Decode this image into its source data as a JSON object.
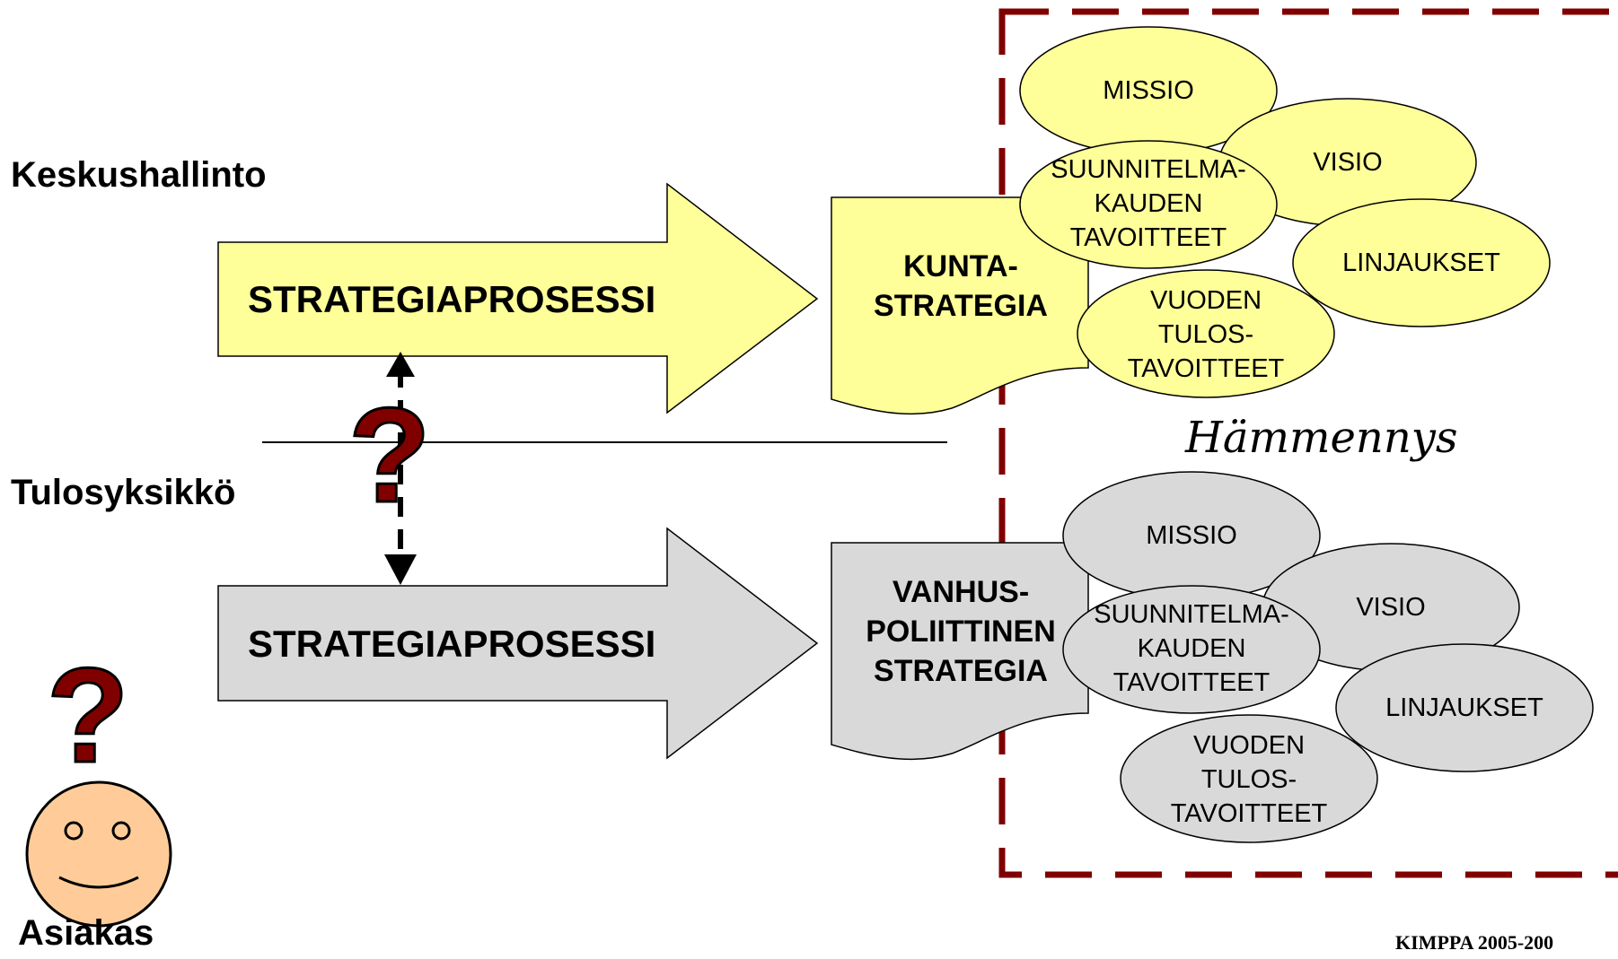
{
  "levels": {
    "top": "Keskushallinto",
    "bottom": "Tulosyksikkö"
  },
  "process_top": "STRATEGIAPROSESSI",
  "process_bottom": "STRATEGIAPROSESSI",
  "doc_top": [
    "KUNTA-",
    "STRATEGIA"
  ],
  "doc_bottom": [
    "VANHUS-",
    "POLIITTINEN",
    "STRATEGIA"
  ],
  "ellipses_top": {
    "missio": "MISSIO",
    "visio": "VISIO",
    "suunnitelma": [
      "SUUNNITELMA-",
      "KAUDEN",
      "TAVOITTEET"
    ],
    "linjaukset": "LINJAUKSET",
    "vuoden": [
      "VUODEN",
      "TULOS-",
      "TAVOITTEET"
    ]
  },
  "ellipses_bottom": {
    "missio": "MISSIO",
    "visio": "VISIO",
    "suunnitelma": [
      "SUUNNITELMA-",
      "KAUDEN",
      "TAVOITTEET"
    ],
    "linjaukset": "LINJAUKSET",
    "vuoden": [
      "VUODEN",
      "TULOS-",
      "TAVOITTEET"
    ]
  },
  "confusion_label": "Hämmennys",
  "customer_label": "Asiakas",
  "footer": "KIMPPA 2005-200",
  "question_mark": "?",
  "colors": {
    "yellow_fill": "#ffff99",
    "grey_fill": "#d9d9d9",
    "dashed_border": "#800000",
    "question": "#800000",
    "face": "#ffcc99"
  }
}
